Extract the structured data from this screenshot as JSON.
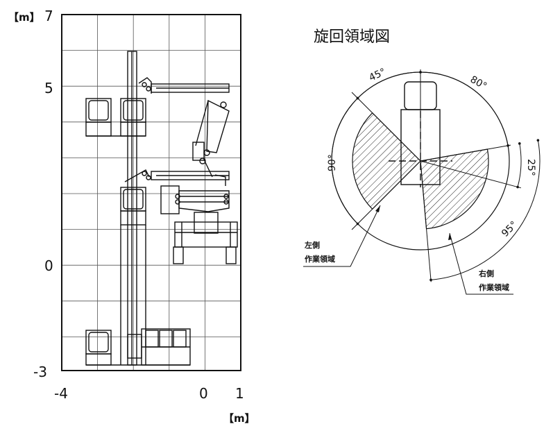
{
  "work_range_chart": {
    "unit_label_y": "【m】",
    "unit_label_x": "【m】",
    "y_ticks": [
      "7",
      "5",
      "0",
      "-3"
    ],
    "x_ticks": [
      "-4",
      "0",
      "1"
    ]
  },
  "slewing_diagram": {
    "title": "旋回領域図",
    "angles": {
      "left_front": "45°",
      "right_front": "80°",
      "left_rear": "90°",
      "right_small": "25°",
      "right_rear": "95°"
    },
    "left_label": {
      "line1": "左側",
      "line2": "作業領域"
    },
    "right_label": {
      "line1": "右側",
      "line2": "作業領域"
    }
  },
  "colors": {
    "line": "#111111",
    "grid": "#444444",
    "background": "#ffffff"
  }
}
